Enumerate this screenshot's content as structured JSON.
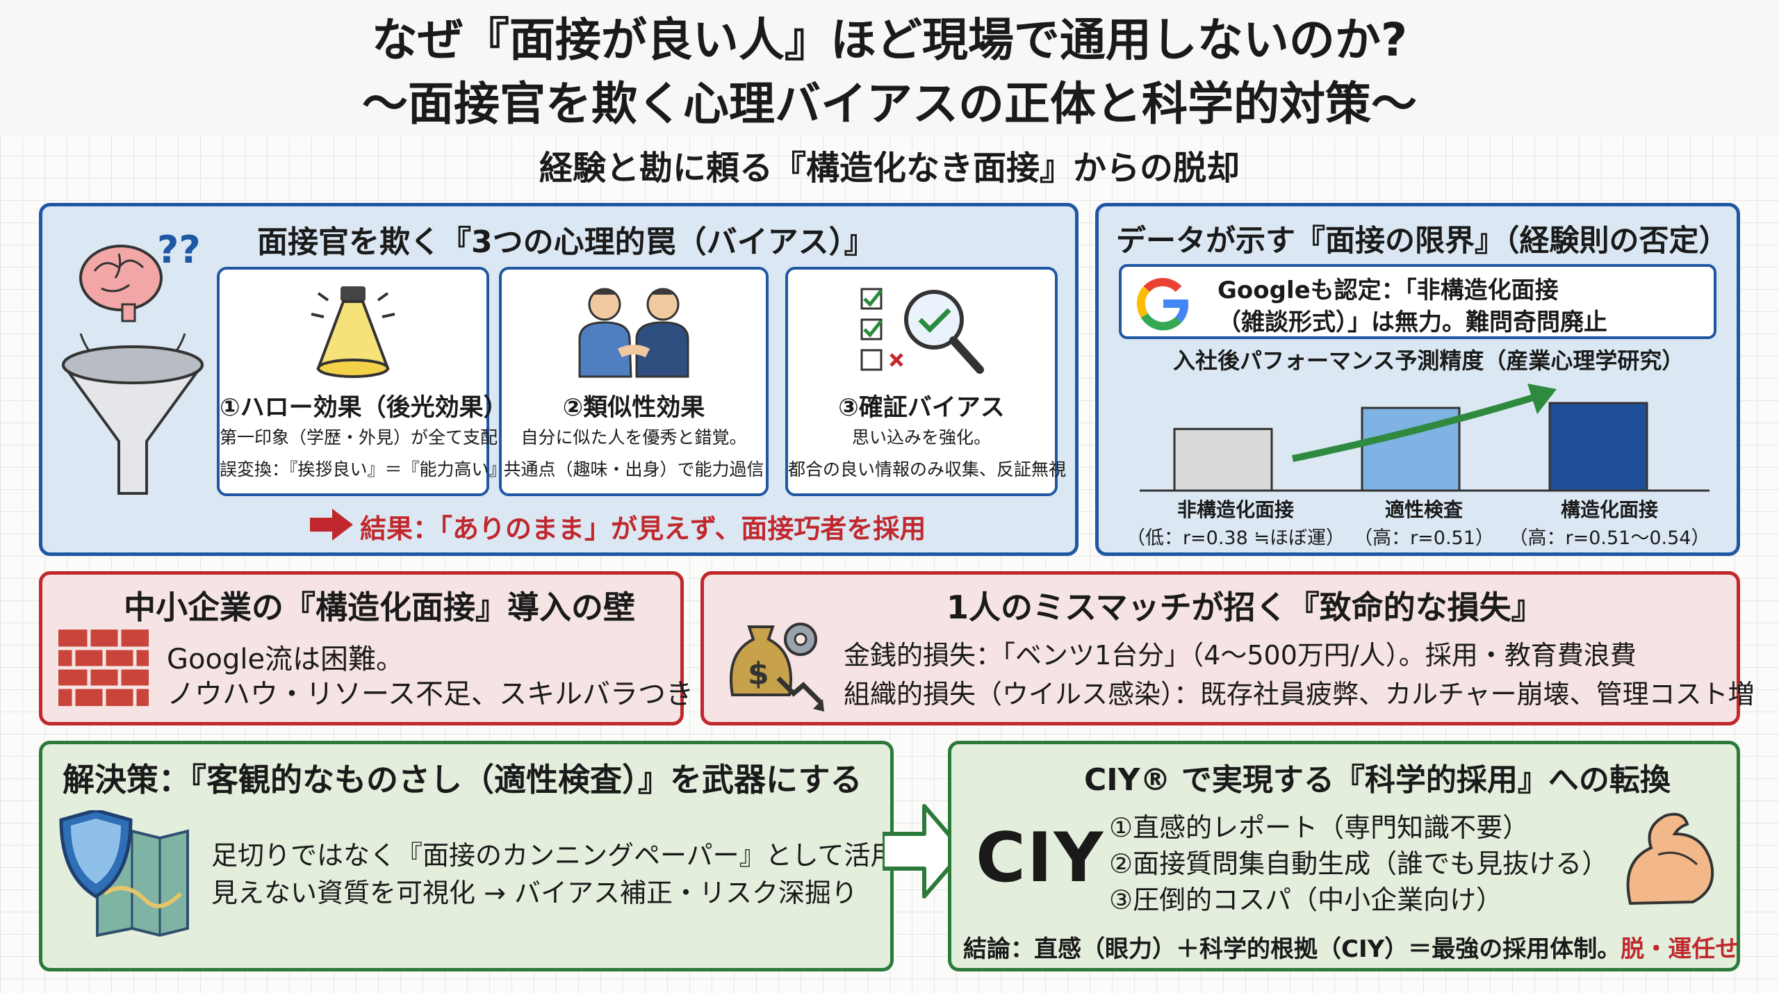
{
  "title": {
    "line1": "なぜ『面接が良い人』ほど現場で通用しないのか?",
    "line2": "〜面接官を欺く心理バイアスの正体と科学的対策〜"
  },
  "subtitle": "経験と勘に頼る『構造化なき面接』からの脱却",
  "bias_panel": {
    "heading": "面接官を欺く『3つの心理的罠（バイアス）』",
    "cards": [
      {
        "title": "①ハロー効果（後光効果）",
        "line1": "第一印象（学歴・外見）が全て支配",
        "line2": "誤変換：『挨拶良い』＝『能力高い』"
      },
      {
        "title": "②類似性効果",
        "line1": "自分に似た人を優秀と錯覚。",
        "line2": "共通点（趣味・出身）で能力過信"
      },
      {
        "title": "③確証バイアス",
        "line1": "思い込みを強化。",
        "line2": "都合の良い情報のみ収集、反証無視"
      }
    ],
    "result": "結果：「ありのまま」が見えず、面接巧者を採用"
  },
  "data_panel": {
    "heading": "データが示す『面接の限界』（経験則の否定）",
    "google_line1": "Googleも認定：「非構造化面接",
    "google_line2": "（雑談形式）」は無力。難問奇問廃止",
    "chart_title": "入社後パフォーマンス予測精度（産業心理学研究）"
  },
  "chart_data": {
    "type": "bar",
    "title": "入社後パフォーマンス予測精度（産業心理学研究）",
    "categories": [
      "非構造化面接",
      "適性検査",
      "構造化面接"
    ],
    "value_labels": [
      "（低：r=0.38 ≒ほぼ運）",
      "（高：r=0.51）",
      "（高：r=0.51〜0.54）"
    ],
    "values": [
      0.38,
      0.51,
      0.54
    ],
    "colors": [
      "#d9d9d9",
      "#7fb3e3",
      "#1f4f99"
    ],
    "ylim": [
      0,
      0.6
    ]
  },
  "sme_panel": {
    "heading": "中小企業の『構造化面接』導入の壁",
    "line1": "Google流は困難。",
    "line2": "ノウハウ・リソース不足、スキルバラつき"
  },
  "loss_panel": {
    "heading": "1人のミスマッチが招く『致命的な損失』",
    "line1": "金銭的損失：「ベンツ1台分」（4〜500万円/人）。採用・教育費浪費",
    "line2": "組織的損失（ウイルス感染）：既存社員疲弊、カルチャー崩壊、管理コスト増"
  },
  "solution_panel": {
    "heading": "解決策：『客観的なものさし（適性検査）』を武器にする",
    "line1": "足切りではなく『面接のカンニングペーパー』として活用。",
    "line2": "見えない資質を可視化 → バイアス補正・リスク深掘り"
  },
  "ciy_panel": {
    "heading": "CIY® で実現する『科学的採用』への転換",
    "logo": "CIY",
    "items": [
      "①直感的レポート（専門知識不要）",
      "②面接質問集自動生成（誰でも見抜ける）",
      "③圧倒的コスパ（中小企業向け）"
    ],
    "conclusion": "結論：直感（眼力）＋科学的根拠（CIY）＝最強の採用体制。",
    "conclusion_accent": "脱・運任せ"
  },
  "colors": {
    "blue": "#1f57a3",
    "red": "#c0282d",
    "green": "#2b7a3a",
    "blue_bg": "#dbe8f3",
    "red_bg": "#f6e3e3",
    "green_bg": "#e3eedc"
  }
}
